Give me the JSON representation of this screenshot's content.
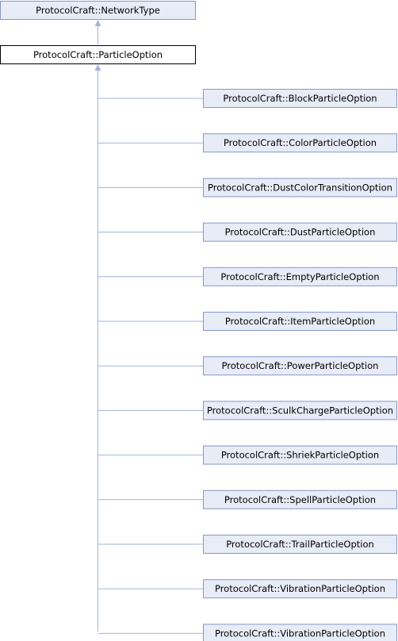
{
  "diagram": {
    "base": {
      "label": "ProtocolCraft::NetworkType",
      "color": "#e8ecf6"
    },
    "current": {
      "label": "ProtocolCraft::ParticleOption",
      "color": "#ffffff"
    },
    "edge_color": "#a3b3d8",
    "derived": [
      "ProtocolCraft::BlockParticleOption",
      "ProtocolCraft::ColorParticleOption",
      "ProtocolCraft::DustColorTransitionOption",
      "ProtocolCraft::DustParticleOption",
      "ProtocolCraft::EmptyParticleOption",
      "ProtocolCraft::ItemParticleOption",
      "ProtocolCraft::PowerParticleOption",
      "ProtocolCraft::SculkChargeParticleOption",
      "ProtocolCraft::ShriekParticleOption",
      "ProtocolCraft::SpellParticleOption",
      "ProtocolCraft::TrailParticleOption",
      "ProtocolCraft::VibrationParticleOption",
      "ProtocolCraft::VibrationParticleOption"
    ]
  }
}
